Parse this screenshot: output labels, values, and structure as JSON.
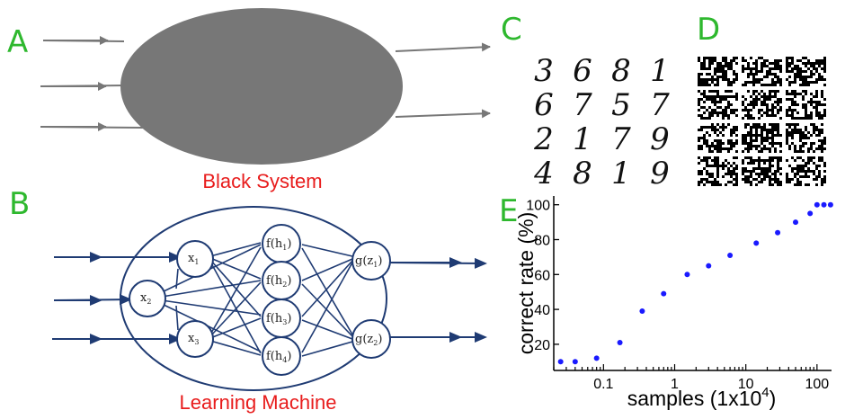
{
  "panels": {
    "A": {
      "letter": "A",
      "caption": "Black System"
    },
    "B": {
      "letter": "B",
      "caption": "Learning Machine",
      "inputs": [
        {
          "main": "x",
          "sub": "1"
        },
        {
          "main": "x",
          "sub": "2"
        },
        {
          "main": "x",
          "sub": "3"
        }
      ],
      "hidden": [
        {
          "main": "f(h",
          "sub": "1",
          "close": ")"
        },
        {
          "main": "f(h",
          "sub": "2",
          "close": ")"
        },
        {
          "main": "f(h",
          "sub": "3",
          "close": ")"
        },
        {
          "main": "f(h",
          "sub": "4",
          "close": ")"
        }
      ],
      "outputs": [
        {
          "main": "g(z",
          "sub": "1",
          "close": ")"
        },
        {
          "main": "g(z",
          "sub": "2",
          "close": ")"
        }
      ]
    },
    "C": {
      "letter": "C",
      "digits": [
        "3",
        "6",
        "8",
        "1",
        "6",
        "7",
        "5",
        "7",
        "2",
        "1",
        "7",
        "9",
        "4",
        "8",
        "1",
        "9"
      ]
    },
    "D": {
      "letter": "D"
    },
    "E": {
      "letter": "E"
    }
  },
  "colors": {
    "panel_letter": "#2eb82e",
    "caption": "#e81c1c",
    "network": "#1f3b73",
    "black_system": "#777777",
    "data_points": "#1a1aff"
  },
  "chart_data": {
    "type": "scatter",
    "xlabel": "samples (1x10",
    "xlabel_sup": "4",
    "xlabel_close": ")",
    "ylabel": "correct rate (%)",
    "xscale": "log",
    "xlim": [
      0.02,
      160
    ],
    "ylim": [
      5,
      105
    ],
    "xticks": [
      {
        "v": 0.1,
        "label": "0.1"
      },
      {
        "v": 1,
        "label": "1"
      },
      {
        "v": 10,
        "label": "10"
      },
      {
        "v": 100,
        "label": "100"
      }
    ],
    "yticks": [
      20,
      40,
      60,
      80,
      100
    ],
    "grid": false,
    "points": [
      {
        "x": 0.025,
        "y": 10
      },
      {
        "x": 0.04,
        "y": 10
      },
      {
        "x": 0.08,
        "y": 12
      },
      {
        "x": 0.17,
        "y": 21
      },
      {
        "x": 0.35,
        "y": 39
      },
      {
        "x": 0.7,
        "y": 49
      },
      {
        "x": 1.5,
        "y": 60
      },
      {
        "x": 3,
        "y": 65
      },
      {
        "x": 6,
        "y": 71
      },
      {
        "x": 14,
        "y": 78
      },
      {
        "x": 28,
        "y": 84
      },
      {
        "x": 50,
        "y": 90
      },
      {
        "x": 80,
        "y": 95
      },
      {
        "x": 100,
        "y": 100
      },
      {
        "x": 125,
        "y": 100
      },
      {
        "x": 155,
        "y": 100
      }
    ]
  }
}
